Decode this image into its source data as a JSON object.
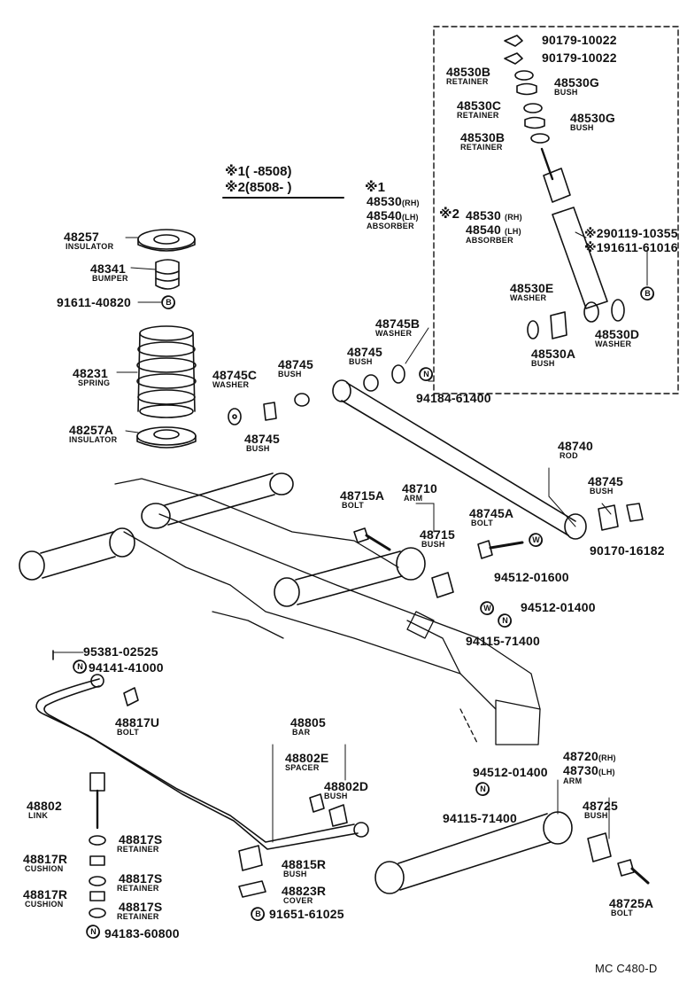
{
  "legend": {
    "row1": "※1(      -8508)",
    "row2": "※2(8508-        )"
  },
  "insets": {
    "note1": "※1",
    "note2": "※2"
  },
  "labels": {
    "p48257": {
      "part": "48257",
      "name": "INSULATOR"
    },
    "p48341": {
      "part": "48341",
      "name": "BUMPER"
    },
    "p91611_40820": {
      "part": "91611-40820",
      "mark": "B"
    },
    "p48231": {
      "part": "48231",
      "name": "SPRING"
    },
    "p48257A": {
      "part": "48257A",
      "name": "INSULATOR"
    },
    "p48745C": {
      "part": "48745C",
      "name": "WASHER"
    },
    "p48745_a": {
      "part": "48745",
      "name": "BUSH"
    },
    "p48745_b": {
      "part": "48745",
      "name": "BUSH"
    },
    "p48745_c": {
      "part": "48745",
      "name": "BUSH"
    },
    "p48745B": {
      "part": "48745B",
      "name": "WASHER"
    },
    "p94184": {
      "part": "94184-61400",
      "mark": "N"
    },
    "p48530_lh1": {
      "part": "48530",
      "suffix": "(RH)"
    },
    "p48540_lh1": {
      "part": "48540",
      "suffix": "(LH)",
      "name": "ABSORBER"
    },
    "p90179_1": {
      "part": "90179-10022"
    },
    "p90179_2": {
      "part": "90179-10022"
    },
    "p48530B_1": {
      "part": "48530B",
      "name": "RETAINER"
    },
    "p48530G_1": {
      "part": "48530G",
      "name": "BUSH"
    },
    "p48530C": {
      "part": "48530C",
      "name": "RETAINER"
    },
    "p48530G_2": {
      "part": "48530G",
      "name": "BUSH"
    },
    "p48530B_2": {
      "part": "48530B",
      "name": "RETAINER"
    },
    "p48530_2": {
      "part": "48530",
      "suffix": "(RH)"
    },
    "p48540_2": {
      "part": "48540",
      "suffix": "(LH)",
      "name": "ABSORBER"
    },
    "p290119": {
      "part": "※290119-10355"
    },
    "p191611": {
      "part": "※191611-61016",
      "mark": "B"
    },
    "p48530E": {
      "part": "48530E",
      "name": "WASHER"
    },
    "p48530D": {
      "part": "48530D",
      "name": "WASHER"
    },
    "p48530A": {
      "part": "48530A",
      "name": "BUSH"
    },
    "p48740": {
      "part": "48740",
      "name": "ROD"
    },
    "p48745_d": {
      "part": "48745",
      "name": "BUSH"
    },
    "p90170": {
      "part": "90170-16182"
    },
    "p48715A": {
      "part": "48715A",
      "name": "BOLT"
    },
    "p48710": {
      "part": "48710",
      "name": "ARM"
    },
    "p48715": {
      "part": "48715",
      "name": "BUSH"
    },
    "p48745A": {
      "part": "48745A",
      "name": "BOLT"
    },
    "p94512_a": {
      "part": "94512-01600",
      "mark": "W"
    },
    "p94512_b": {
      "part": "94512-01400",
      "mark": "W"
    },
    "p94115_a": {
      "part": "94115-71400",
      "mark": "N"
    },
    "p95381": {
      "part": "95381-02525"
    },
    "p94141": {
      "part": "94141-41000",
      "mark": "N"
    },
    "p48817U": {
      "part": "48817U",
      "name": "BOLT"
    },
    "p48805": {
      "part": "48805",
      "name": "BAR"
    },
    "p48802E": {
      "part": "48802E",
      "name": "SPACER"
    },
    "p48802D": {
      "part": "48802D",
      "name": "BUSH"
    },
    "p48802": {
      "part": "48802",
      "name": "LINK"
    },
    "p48817S_1": {
      "part": "48817S",
      "name": "RETAINER"
    },
    "p48817R_1": {
      "part": "48817R",
      "name": "CUSHION"
    },
    "p48817S_2": {
      "part": "48817S",
      "name": "RETAINER"
    },
    "p48817R_2": {
      "part": "48817R",
      "name": "CUSHION"
    },
    "p48817S_3": {
      "part": "48817S",
      "name": "RETAINER"
    },
    "p94183": {
      "part": "94183-60800",
      "mark": "N"
    },
    "p48815R": {
      "part": "48815R",
      "name": "BUSH"
    },
    "p48823R": {
      "part": "48823R",
      "name": "COVER"
    },
    "p91651": {
      "part": "91651-61025",
      "mark": "B"
    },
    "p94512_c": {
      "part": "94512-01400"
    },
    "p94115_b": {
      "part": "94115-71400",
      "mark": "N"
    },
    "p48720": {
      "part": "48720",
      "suffix": "(RH)"
    },
    "p48730": {
      "part": "48730",
      "suffix": "(LH)",
      "name": "ARM"
    },
    "p48725": {
      "part": "48725",
      "name": "BUSH"
    },
    "p48725A": {
      "part": "48725A",
      "name": "BOLT"
    }
  },
  "footer": {
    "code": "MC  C480-D"
  }
}
